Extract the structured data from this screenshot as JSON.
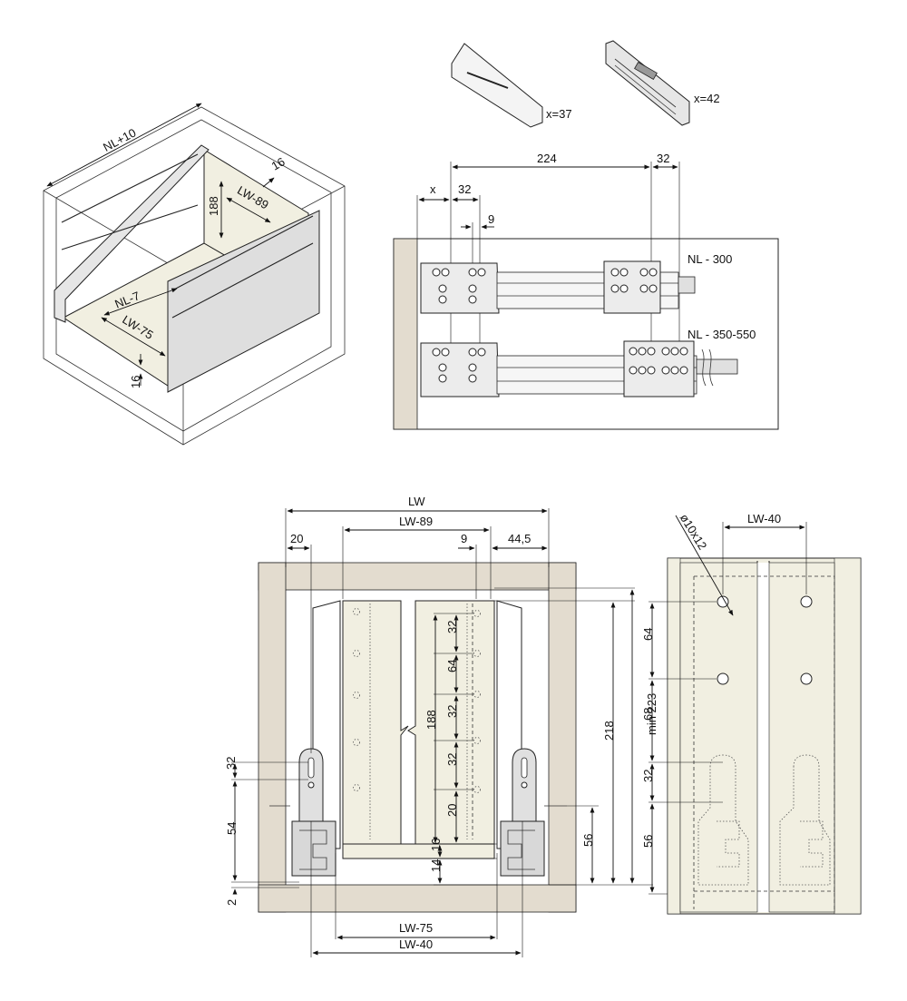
{
  "colors": {
    "wood": "#e3dccf",
    "panel": "#f1efe1",
    "line": "#111111",
    "metal": "#c9c9c9"
  },
  "iso_view": {
    "dims": [
      "NL+10",
      "16",
      "LW-89",
      "188",
      "NL-7",
      "LW-75",
      "16"
    ]
  },
  "fronts": [
    {
      "label": "x=37"
    },
    {
      "label": "x=42"
    }
  ],
  "slide_view": {
    "dims": {
      "x": "x",
      "d32a": "32",
      "d224": "224",
      "d32b": "32",
      "d9": "9"
    },
    "labels": [
      "NL - 300",
      "NL - 350-550"
    ]
  },
  "front_view": {
    "top_dims": {
      "lw": "LW",
      "lw89": "LW-89",
      "d20": "20",
      "d9": "9",
      "d44": "44,5"
    },
    "bottom_dims": {
      "lw75": "LW-75",
      "lw40": "LW-40"
    },
    "left_dims": [
      "32",
      "54",
      "2"
    ],
    "center_dims": [
      "32",
      "64",
      "32",
      "32",
      "20",
      "16",
      "14",
      "188"
    ],
    "right_dims": [
      "56",
      "218",
      "min 223"
    ]
  },
  "side_view": {
    "top_dims": {
      "lw40": "LW-40",
      "hole": "ø10x12"
    },
    "left_dims": [
      "64",
      "68",
      "32",
      "56"
    ]
  }
}
